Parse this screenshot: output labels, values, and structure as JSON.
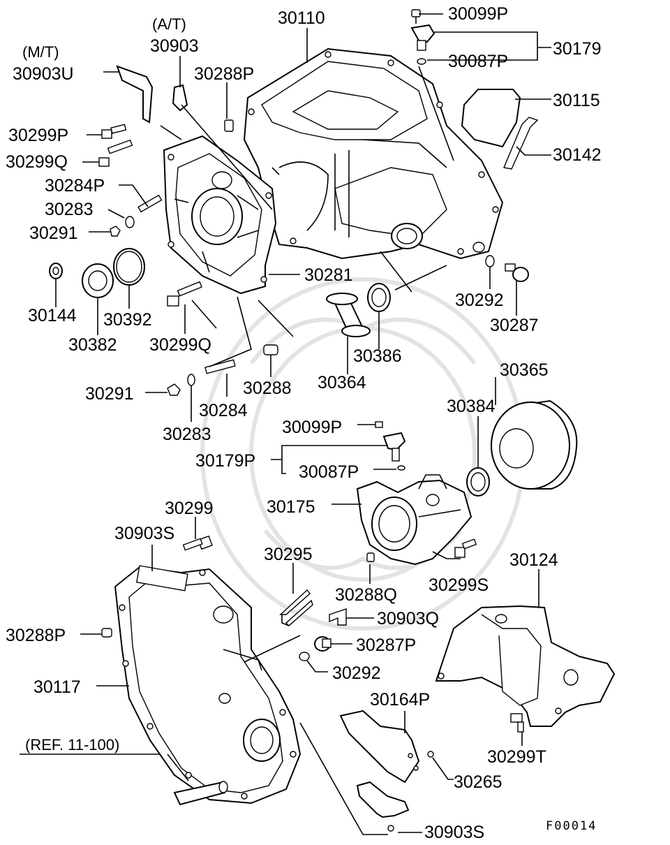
{
  "diagram": {
    "drawing_code": "F00014",
    "reference_note": "(REF. 11-100)",
    "variant_labels": {
      "manual": "(M/T)",
      "automatic": "(A/T)"
    },
    "parts": {
      "p30110": "30110",
      "p30099P": "30099P",
      "p30179": "30179",
      "p30087P": "30087P",
      "p30115": "30115",
      "p30142": "30142",
      "p30903": "30903",
      "p30903U": "30903U",
      "p30288P_top": "30288P",
      "p30299P": "30299P",
      "p30299Q_top": "30299Q",
      "p30284P": "30284P",
      "p30283_top": "30283",
      "p30291_top": "30291",
      "p30281": "30281",
      "p30144": "30144",
      "p30382": "30382",
      "p30392": "30392",
      "p30299Q_mid": "30299Q",
      "p30292_top": "30292",
      "p30287": "30287",
      "p30386": "30386",
      "p30364": "30364",
      "p30288_mid": "30288",
      "p30291_mid": "30291",
      "p30284": "30284",
      "p30283_mid": "30283",
      "p30365": "30365",
      "p30384": "30384",
      "p30099P_mid": "30099P",
      "p30179P": "30179P",
      "p30087P_mid": "30087P",
      "p30175": "30175",
      "p30299": "30299",
      "p30903S_top": "30903S",
      "p30295": "30295",
      "p30124": "30124",
      "p30288Q": "30288Q",
      "p30299S": "30299S",
      "p30903Q": "30903Q",
      "p30288P_low": "30288P",
      "p30287P": "30287P",
      "p30292_low": "30292",
      "p30117": "30117",
      "p30164P": "30164P",
      "p30299T": "30299T",
      "p30265": "30265",
      "p30903S_low": "30903S"
    }
  }
}
